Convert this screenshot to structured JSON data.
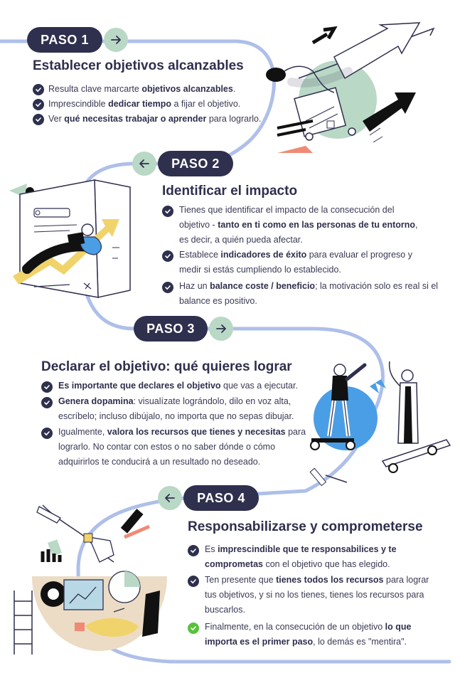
{
  "steps": [
    {
      "label": "PASO 1",
      "title": "Establecer objetivos alcanzables",
      "items": [
        [
          [
            "Resulta clave marcarte ",
            false
          ],
          [
            "objetivos alcanzables",
            true
          ],
          [
            ".",
            false
          ]
        ],
        [
          [
            "Imprescindible ",
            false
          ],
          [
            "dedicar tiempo",
            true
          ],
          [
            " a fijar el objetivo.",
            false
          ]
        ],
        [
          [
            "Ver ",
            false
          ],
          [
            "qué necesitas trabajar o aprender",
            true
          ],
          [
            " para lograrlo.",
            false
          ]
        ]
      ]
    },
    {
      "label": "PASO 2",
      "title": "Identificar el impacto",
      "items": [
        [
          [
            "Tienes que identificar el impacto de la consecución del objetivo - ",
            false
          ],
          [
            "tanto en ti como en las personas de tu entorno",
            true
          ],
          [
            ", es decir, a quién pueda afectar.",
            false
          ]
        ],
        [
          [
            "Establece ",
            false
          ],
          [
            "indicadores de éxito",
            true
          ],
          [
            " para evaluar el progreso y medir si estás cumpliendo lo establecido.",
            false
          ]
        ],
        [
          [
            "Haz un ",
            false
          ],
          [
            "balance coste / beneficio",
            true
          ],
          [
            "; la motivación solo es real si el balance es positivo.",
            false
          ]
        ]
      ]
    },
    {
      "label": "PASO 3",
      "title": "Declarar el objetivo: qué quieres lograr",
      "items": [
        [
          [
            "Es importante que declares el objetivo",
            true
          ],
          [
            " que vas a ejecutar.",
            false
          ]
        ],
        [
          [
            "Genera dopamina",
            true
          ],
          [
            ": visualízate lográndolo,  dilo en voz alta, escríbelo;  incluso dibújalo, no importa que no sepas dibujar.",
            false
          ]
        ],
        [
          [
            "Igualmente, ",
            false
          ],
          [
            "valora los recursos que tienes y necesitas",
            true
          ],
          [
            " para lograrlo. No contar con estos o no saber dónde o cómo adquirirlos te conducirá a un resultado no deseado.",
            false
          ]
        ]
      ]
    },
    {
      "label": "PASO 4",
      "title": "Responsabilizarse y comprometerse",
      "items": [
        [
          [
            "Es ",
            false
          ],
          [
            "imprescindible que te responsabilices y te comprometas",
            true
          ],
          [
            " con el objetivo que has elegido.",
            false
          ]
        ],
        [
          [
            "Ten presente que ",
            false
          ],
          [
            "tienes todos los recursos",
            true
          ],
          [
            " para lograr tus objetivos, y si no los tienes, tienes los recursos para buscarlos.",
            false
          ]
        ],
        [
          [
            "Finalmente, en la consecución de un objetivo ",
            false
          ],
          [
            "lo que importa es el primer paso",
            true
          ],
          [
            ", lo demás es \"mentira\".",
            false
          ]
        ]
      ]
    }
  ],
  "colors": {
    "path": "#aebfe9",
    "pill": "#2f2f4e",
    "arrow_circle": "#b9d8c6",
    "check": "#2f2f4e",
    "check_final": "#56c23a",
    "accent_blue": "#4a9ee6",
    "accent_salmon": "#f08a74",
    "accent_yellow": "#f1d36b",
    "accent_beige": "#ecdcc5"
  },
  "icons": {
    "forward": "arrow-right-icon",
    "back": "arrow-left-icon",
    "check": "check-circle-icon"
  }
}
